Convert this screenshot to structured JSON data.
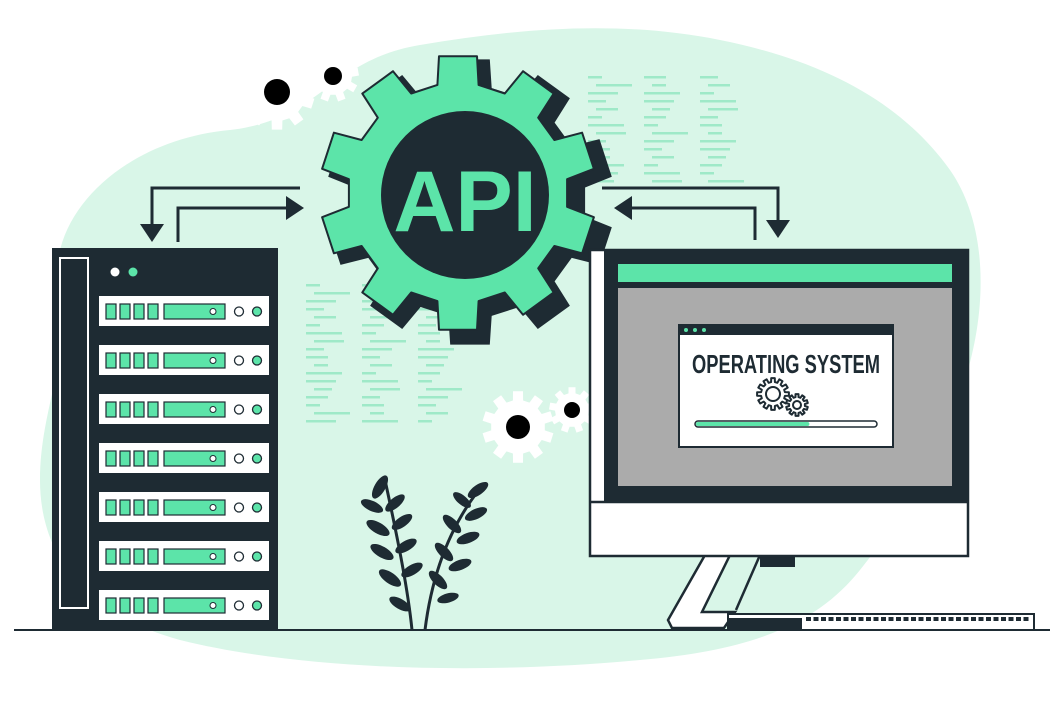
{
  "gear": {
    "label": "API"
  },
  "dialog": {
    "title": "OPERATING SYSTEM",
    "progress": 0.63
  },
  "server": {
    "unit_count": 7
  },
  "colors": {
    "accent": "#5ce4a9",
    "dark": "#1e2b33",
    "blob": "#d9f6e8",
    "screen": "#ababab",
    "white": "#ffffff"
  },
  "icons": [
    "gear-icon",
    "arrow-icon",
    "plant-icon",
    "keyboard-icon",
    "code-lines-icon"
  ]
}
